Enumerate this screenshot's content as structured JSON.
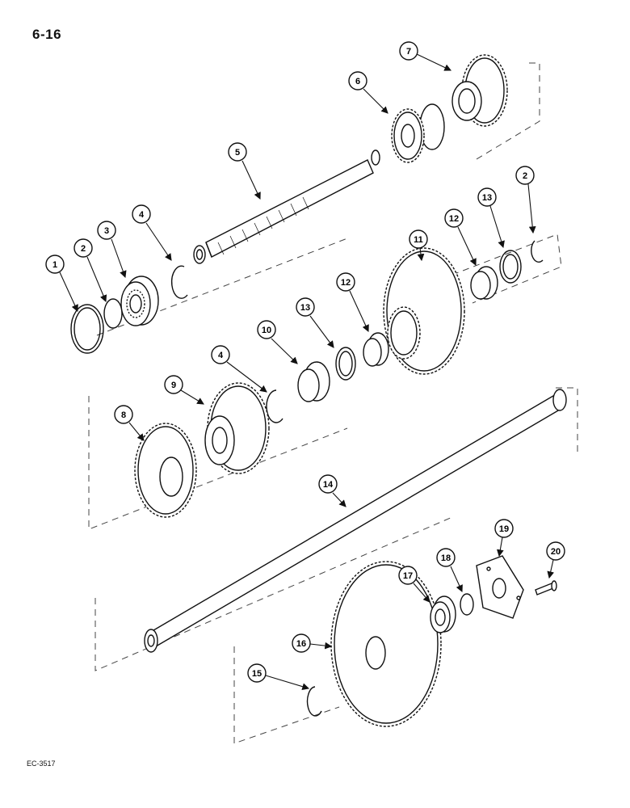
{
  "page_number": "6-16",
  "footer_code": "EC-3517",
  "callouts": [
    {
      "id": "c1",
      "label": "1"
    },
    {
      "id": "c2a",
      "label": "2"
    },
    {
      "id": "c3",
      "label": "3"
    },
    {
      "id": "c4a",
      "label": "4"
    },
    {
      "id": "c5",
      "label": "5"
    },
    {
      "id": "c6",
      "label": "6"
    },
    {
      "id": "c7",
      "label": "7"
    },
    {
      "id": "c2b",
      "label": "2"
    },
    {
      "id": "c13a",
      "label": "13"
    },
    {
      "id": "c12a",
      "label": "12"
    },
    {
      "id": "c11",
      "label": "11"
    },
    {
      "id": "c12b",
      "label": "12"
    },
    {
      "id": "c13b",
      "label": "13"
    },
    {
      "id": "c10",
      "label": "10"
    },
    {
      "id": "c4b",
      "label": "4"
    },
    {
      "id": "c9",
      "label": "9"
    },
    {
      "id": "c8",
      "label": "8"
    },
    {
      "id": "c14",
      "label": "14"
    },
    {
      "id": "c19",
      "label": "19"
    },
    {
      "id": "c20",
      "label": "20"
    },
    {
      "id": "c18",
      "label": "18"
    },
    {
      "id": "c17",
      "label": "17"
    },
    {
      "id": "c16",
      "label": "16"
    },
    {
      "id": "c15",
      "label": "15"
    }
  ]
}
